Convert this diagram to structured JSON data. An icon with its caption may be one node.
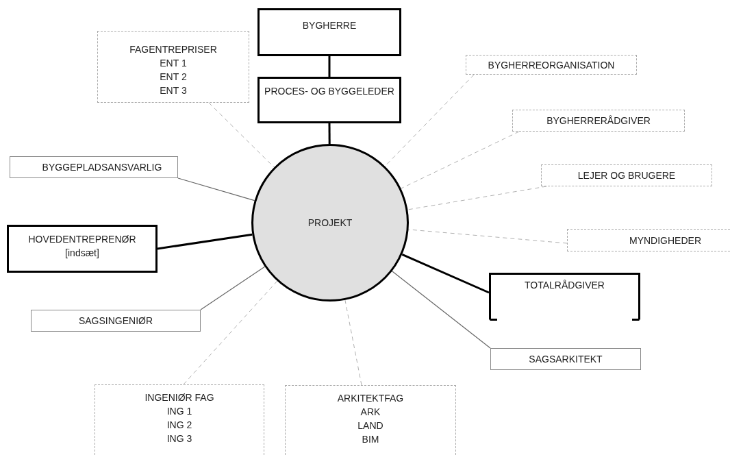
{
  "diagram": {
    "nodes": [
      {
        "text": [
          "BYGHERRE"
        ]
      },
      {
        "text": [
          "PROCES- OG BYGGELEDER"
        ]
      },
      {
        "text": [
          "PROJEKT"
        ]
      },
      {
        "text": [
          "FAGENTREPRISER",
          "ENT 1",
          "ENT 2",
          "ENT 3"
        ]
      },
      {
        "text": [
          "BYGHERREORGANISATION"
        ]
      },
      {
        "text": [
          "BYGHERRERÅDGIVER"
        ]
      },
      {
        "text": [
          "LEJER OG BRUGERE"
        ]
      },
      {
        "text": [
          "MYNDIGHEDER"
        ]
      },
      {
        "text": [
          "TOTALRÅDGIVER"
        ]
      },
      {
        "text": [
          "SAGSARKITEKT"
        ]
      },
      {
        "text": [
          "ARKITEKTFAG",
          "ARK",
          "LAND",
          "BIM"
        ]
      },
      {
        "text": [
          "INGENIØR FAG",
          "ING 1",
          "ING 2",
          "ING 3"
        ]
      },
      {
        "text": [
          "SAGSINGENIØR"
        ]
      },
      {
        "text": [
          "HOVEDENTREPRENØR",
          "[indsæt]"
        ]
      },
      {
        "text": [
          "BYGGEPLADSANSVARLIG"
        ]
      }
    ],
    "edges": [
      {
        "from": 0,
        "to": 1,
        "arrow": "none",
        "style": "thick",
        "color": "#000000"
      },
      {
        "from": 1,
        "to": 2,
        "arrow": "none",
        "style": "thick",
        "color": "#000000"
      },
      {
        "from": 3,
        "to": 2,
        "arrow": "none",
        "style": "dashed",
        "color": "#b0b0b0"
      },
      {
        "from": 4,
        "to": 2,
        "arrow": "none",
        "style": "dashed",
        "color": "#b0b0b0"
      },
      {
        "from": 5,
        "to": 2,
        "arrow": "none",
        "style": "dashed",
        "color": "#b0b0b0"
      },
      {
        "from": 6,
        "to": 2,
        "arrow": "none",
        "style": "dashed",
        "color": "#b0b0b0"
      },
      {
        "from": 7,
        "to": 2,
        "arrow": "none",
        "style": "dashed",
        "color": "#b0b0b0"
      },
      {
        "from": 8,
        "to": 2,
        "arrow": "none",
        "style": "thick",
        "color": "#000000"
      },
      {
        "from": 9,
        "to": 2,
        "arrow": "none",
        "color": "#666666"
      },
      {
        "from": 10,
        "to": 2,
        "arrow": "none",
        "style": "dashed",
        "color": "#b0b0b0"
      },
      {
        "from": 11,
        "to": 2,
        "arrow": "none",
        "style": "dashed",
        "color": "#b0b0b0"
      },
      {
        "from": 12,
        "to": 2,
        "arrow": "none",
        "color": "#666666"
      },
      {
        "from": 13,
        "to": 2,
        "arrow": "none",
        "style": "thick",
        "color": "#000000"
      },
      {
        "from": 14,
        "to": 2,
        "arrow": "none",
        "color": "#666666"
      }
    ]
  }
}
